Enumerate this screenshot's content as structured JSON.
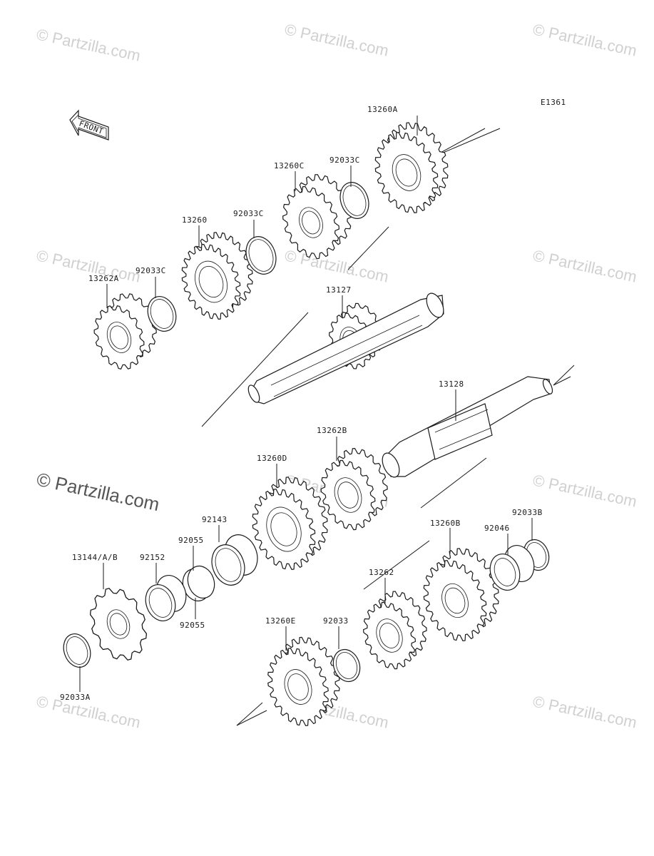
{
  "diagram": {
    "code": "E1361",
    "front_label": "FRONT",
    "watermark": "© Partzilla.com",
    "parts": [
      {
        "id": "13260A"
      },
      {
        "id": "92033C"
      },
      {
        "id": "13260C"
      },
      {
        "id": "92033C"
      },
      {
        "id": "13260"
      },
      {
        "id": "92033C"
      },
      {
        "id": "13262A"
      },
      {
        "id": "13127"
      },
      {
        "id": "13128"
      },
      {
        "id": "13262B"
      },
      {
        "id": "13260D"
      },
      {
        "id": "92143"
      },
      {
        "id": "92055"
      },
      {
        "id": "92152"
      },
      {
        "id": "13144/A/B"
      },
      {
        "id": "92055"
      },
      {
        "id": "92033A"
      },
      {
        "id": "13260B"
      },
      {
        "id": "92046"
      },
      {
        "id": "92033B"
      },
      {
        "id": "13262"
      },
      {
        "id": "13260E"
      },
      {
        "id": "92033"
      }
    ]
  }
}
